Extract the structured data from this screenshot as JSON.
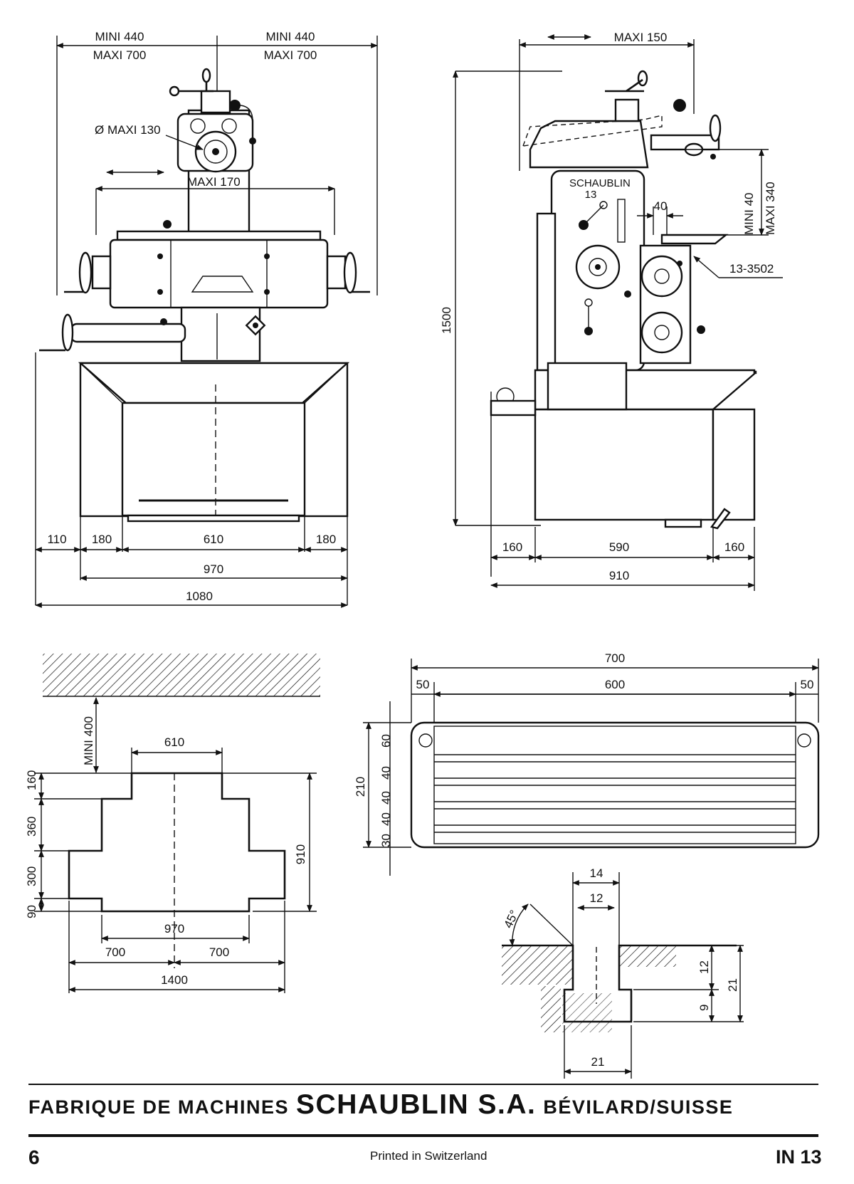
{
  "front_view": {
    "top_left_mini": "MINI 440",
    "top_left_maxi": "MAXI 700",
    "top_right_mini": "MINI 440",
    "top_right_maxi": "MAXI 700",
    "spindle_dia": "Ø MAXI 130",
    "travel": "MAXI 170",
    "d110": "110",
    "d180a": "180",
    "d610": "610",
    "d180b": "180",
    "d970": "970",
    "d1080": "1080"
  },
  "side_view": {
    "maxi150": "MAXI 150",
    "height": "1500",
    "brand": "SCHAUBLIN",
    "model": "13",
    "d40": "40",
    "mini40": "MINI  40",
    "maxi340": "MAXI 340",
    "accessory": "13-3502",
    "d160a": "160",
    "d590": "590",
    "d160b": "160",
    "d910": "910"
  },
  "floor_plan": {
    "mini400": "MINI 400",
    "d610": "610",
    "d160": "160",
    "d360": "360",
    "d300": "300",
    "d90": "90",
    "d910": "910",
    "d970": "970",
    "d700a": "700",
    "d700b": "700",
    "d1400": "1400"
  },
  "table": {
    "d700": "700",
    "d50a": "50",
    "d600": "600",
    "d50b": "50",
    "d210": "210",
    "d60": "60",
    "d40a": "40",
    "d40b": "40",
    "d40c": "40",
    "d30": "30"
  },
  "tslot": {
    "d14": "14",
    "d12": "12",
    "angle": "45°",
    "d12v": "12",
    "d9": "9",
    "d21v": "21",
    "d21": "21"
  },
  "footer": {
    "part1": "FABRIQUE DE MACHINES",
    "part2": "SCHAUBLIN S.A.",
    "part3": "BÉVILARD/SUISSE",
    "page": "6",
    "printed": "Printed in Switzerland",
    "code": "IN 13"
  }
}
